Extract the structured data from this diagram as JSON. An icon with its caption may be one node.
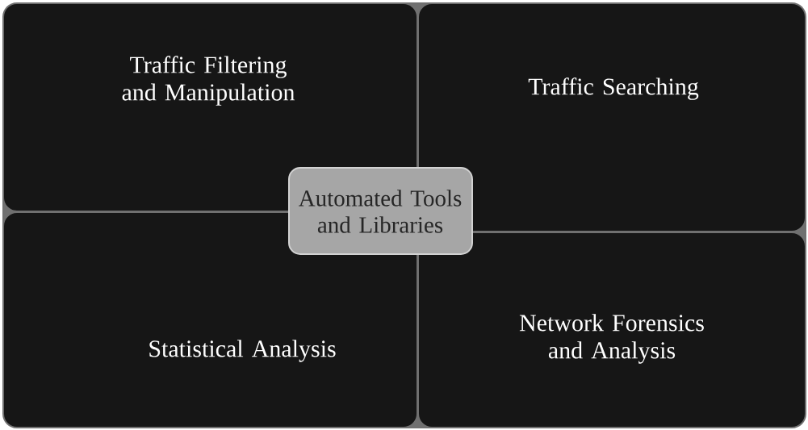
{
  "diagram": {
    "nodes": [
      {
        "text": [
          "Traffic Filtering and Manipulation"
        ]
      },
      {
        "text": [
          "Traffic Searching"
        ]
      },
      {
        "text": [
          "Statistical Analysis"
        ]
      },
      {
        "text": [
          "Network Forensics and Analysis"
        ]
      },
      {
        "text": [
          "Automated Tools and Libraries"
        ]
      }
    ]
  }
}
